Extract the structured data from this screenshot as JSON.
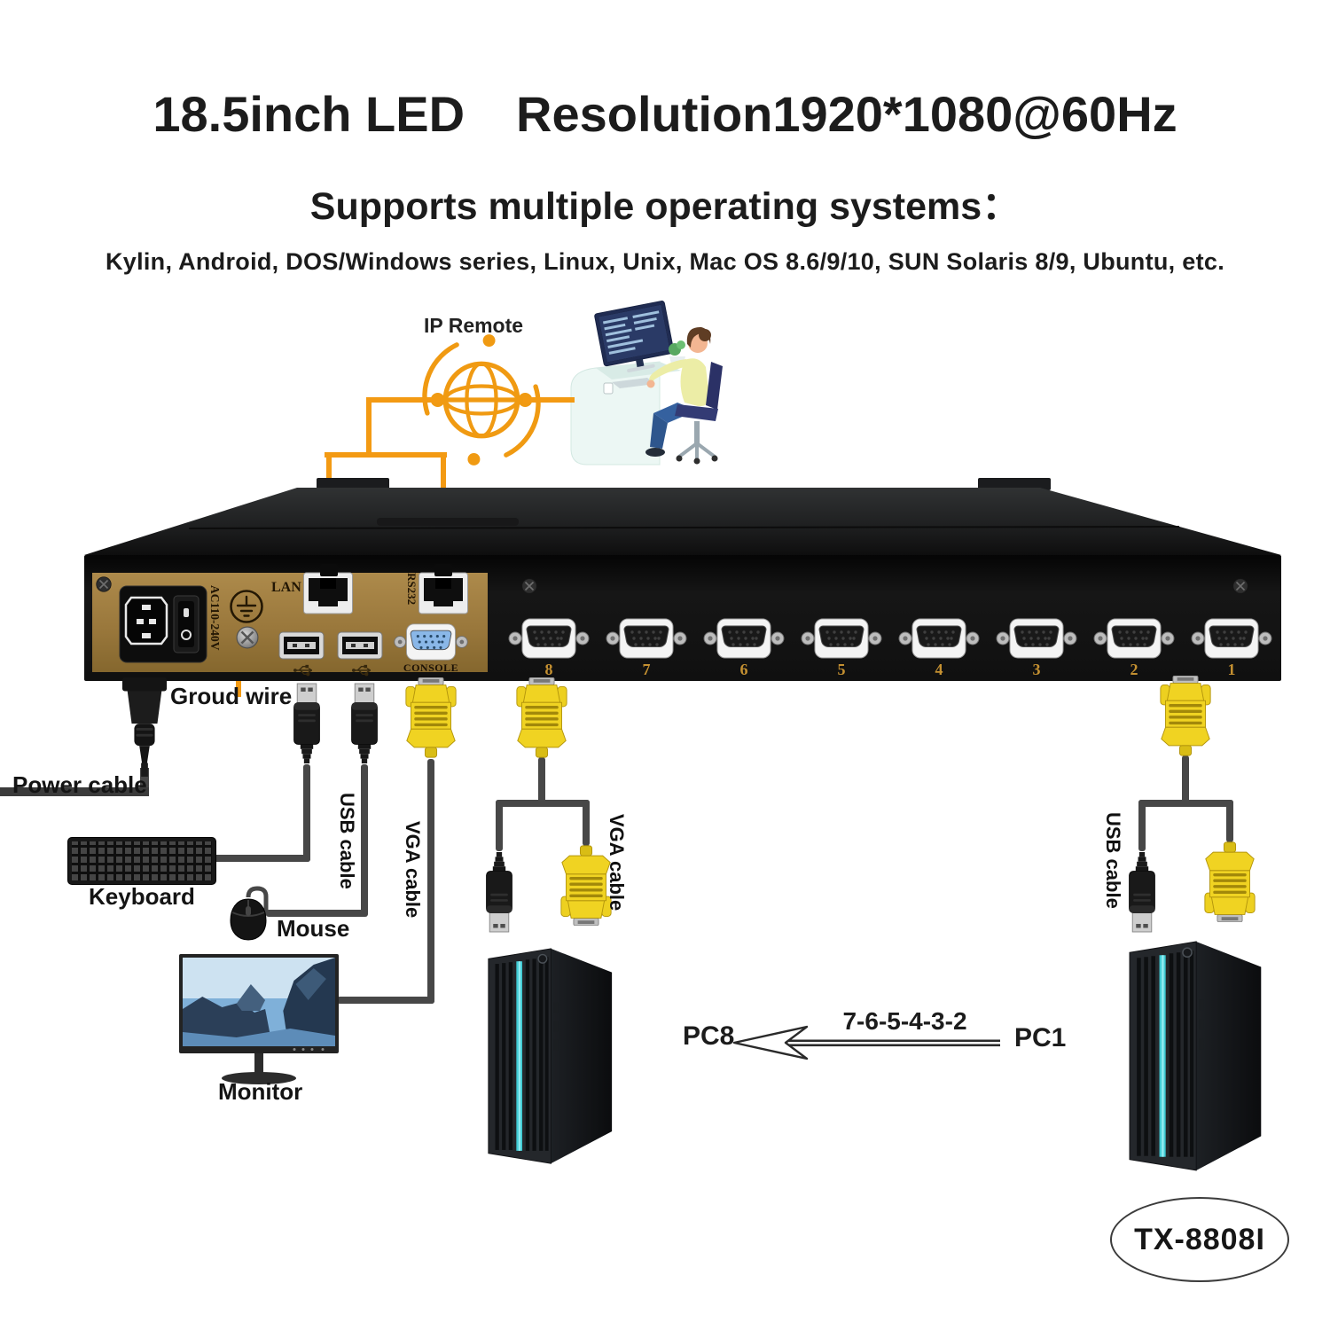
{
  "header": {
    "title_left": "18.5inch LED",
    "title_right": "Resolution1920*1080@60Hz",
    "subtitle": "Supports multiple operating systems：",
    "os_support": "Kylin, Android, DOS/Windows series, Linux, Unix, Mac OS 8.6/9/10, SUN Solaris 8/9, Ubuntu, etc."
  },
  "remote": {
    "label": "IP Remote"
  },
  "device": {
    "power_rating": "AC110-240V",
    "lan_label": "LAN",
    "rs232_label": "RS232",
    "console_label": "CONSOLE",
    "port_numbers": [
      "8",
      "7",
      "6",
      "5",
      "4",
      "3",
      "2",
      "1"
    ]
  },
  "labels": {
    "ground": "Groud wire",
    "power_cable": "Power cable",
    "keyboard": "Keyboard",
    "mouse": "Mouse",
    "monitor": "Monitor",
    "usb_cable_left": "USB cable",
    "vga_cable_console": "VGA cable",
    "vga_cable_mid": "VGA cable",
    "usb_cable_right": "USB cable"
  },
  "flow": {
    "pc_left": "PC8",
    "sequence": "7-6-5-4-3-2",
    "pc_right": "PC1"
  },
  "badge": {
    "model": "TX-8808I"
  },
  "colors": {
    "accent_orange": "#F39A13",
    "panel_gold": "#9A783C",
    "vga_yellow": "#EFD11D",
    "console_blue": "#8AB7E8",
    "tower_teal": "#3EC9D3"
  }
}
